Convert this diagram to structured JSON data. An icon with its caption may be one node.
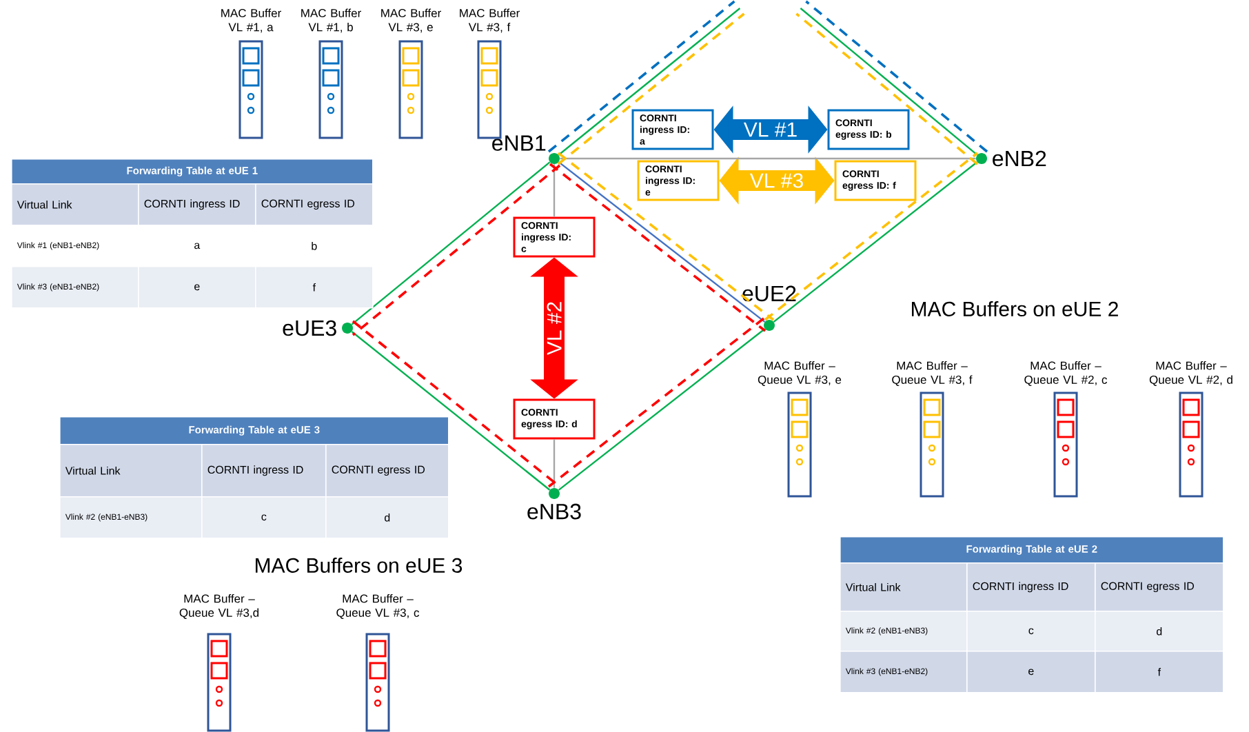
{
  "diagram": {
    "nodes": [
      {
        "text": [
          "eNB1"
        ]
      },
      {
        "text": [
          "eNB2"
        ]
      },
      {
        "text": [
          "eUE2"
        ]
      },
      {
        "text": [
          "eUE3"
        ]
      },
      {
        "text": [
          "eNB3"
        ]
      },
      {
        "text": [
          "CORNTI ingress ID: a"
        ]
      },
      {
        "text": [
          "CORNTI egress ID: b"
        ]
      },
      {
        "text": [
          "CORNTI ingress ID: e"
        ]
      },
      {
        "text": [
          "CORNTI egress ID: f"
        ]
      },
      {
        "text": [
          "CORNTI ingress ID: c"
        ]
      },
      {
        "text": [
          "CORNTI egress ID: d"
        ]
      }
    ],
    "edges": [
      {
        "from": 5,
        "to": 6,
        "arrow": "both",
        "label": "VL #1",
        "style": "thick",
        "color": "#0070c0"
      },
      {
        "from": 7,
        "to": 8,
        "arrow": "both",
        "label": "VL #3",
        "style": "thick",
        "color": "#ffc000"
      },
      {
        "from": 9,
        "to": 10,
        "arrow": "both",
        "label": "VL #2",
        "style": "thick",
        "color": "#ff0000"
      },
      {
        "from": 0,
        "to": null,
        "arrow": "none"
      },
      {
        "from": 1,
        "to": null,
        "arrow": "none"
      },
      {
        "from": 0,
        "to": 3,
        "arrow": "none"
      },
      {
        "from": 3,
        "to": 4,
        "arrow": "none"
      },
      {
        "from": 4,
        "to": 2,
        "arrow": "none"
      },
      {
        "from": 2,
        "to": 1,
        "arrow": "none"
      },
      {
        "from": 0,
        "to": 2,
        "arrow": "none",
        "color": "#4472c4"
      },
      {
        "from": 0,
        "to": 1,
        "arrow": "none",
        "color": "#a6a6a6"
      },
      {
        "from": 0,
        "to": 9,
        "arrow": "none",
        "color": "#a6a6a6"
      },
      {
        "from": 10,
        "to": 4,
        "arrow": "none",
        "color": "#a6a6a6"
      },
      {
        "from": 0,
        "to": null,
        "arrow": "none",
        "style": "dashed",
        "color": "#0070c0"
      },
      {
        "from": 1,
        "to": null,
        "arrow": "none",
        "style": "dashed",
        "color": "#0070c0"
      },
      {
        "from": 0,
        "to": null,
        "arrow": "none",
        "style": "dashed",
        "color": "#ffc000"
      },
      {
        "from": 1,
        "to": null,
        "arrow": "none",
        "style": "dashed",
        "color": "#ffc000"
      },
      {
        "from": 0,
        "to": 2,
        "arrow": "none",
        "style": "dashed",
        "color": "#ffc000"
      },
      {
        "from": 2,
        "to": 1,
        "arrow": "none",
        "style": "dashed",
        "color": "#ffc000"
      },
      {
        "from": 0,
        "to": 3,
        "arrow": "none",
        "style": "dashed",
        "color": "#ff0000"
      },
      {
        "from": 3,
        "to": 4,
        "arrow": "none",
        "style": "dashed",
        "color": "#ff0000"
      },
      {
        "from": 0,
        "to": 2,
        "arrow": "none",
        "style": "dashed",
        "color": "#ff0000"
      },
      {
        "from": 2,
        "to": 4,
        "arrow": "none",
        "style": "dashed",
        "color": "#ff0000"
      }
    ],
    "labels": [
      "MAC Buffer VL #1, a",
      "MAC Buffer VL #1, b",
      "MAC Buffer VL #3, e",
      "MAC Buffer VL #3, f",
      "Forwarding Table at eUE 1",
      "Virtual Link",
      "CORNTI ingress ID",
      "CORNTI egress ID",
      "Vlink #1 (eNB1-eNB2)",
      "a",
      "b",
      "Vlink #3 (eNB1-eNB2)",
      "e",
      "f",
      "MAC Buffers on eUE 2",
      "MAC Buffer – Queue VL #3, e",
      "MAC Buffer – Queue VL #3, f",
      "MAC Buffer – Queue VL #2, c",
      "MAC Buffer – Queue VL #2, d",
      "Forwarding Table at eUE 3",
      "Virtual Link",
      "CORNTI ingress ID",
      "CORNTI egress ID",
      "Vlink #2 (eNB1-eNB3)",
      "c",
      "d",
      "MAC Buffers on eUE 3",
      "MAC Buffer – Queue VL #3,d",
      "MAC Buffer – Queue VL #3, c",
      "Forwarding Table at eUE 2",
      "Virtual Link",
      "CORNTI ingress ID",
      "CORNTI egress ID",
      "Vlink #2 (eNB1-eNB3)",
      "c",
      "d",
      "Vlink #3 (eNB1-eNB2)",
      "e",
      "f"
    ]
  }
}
